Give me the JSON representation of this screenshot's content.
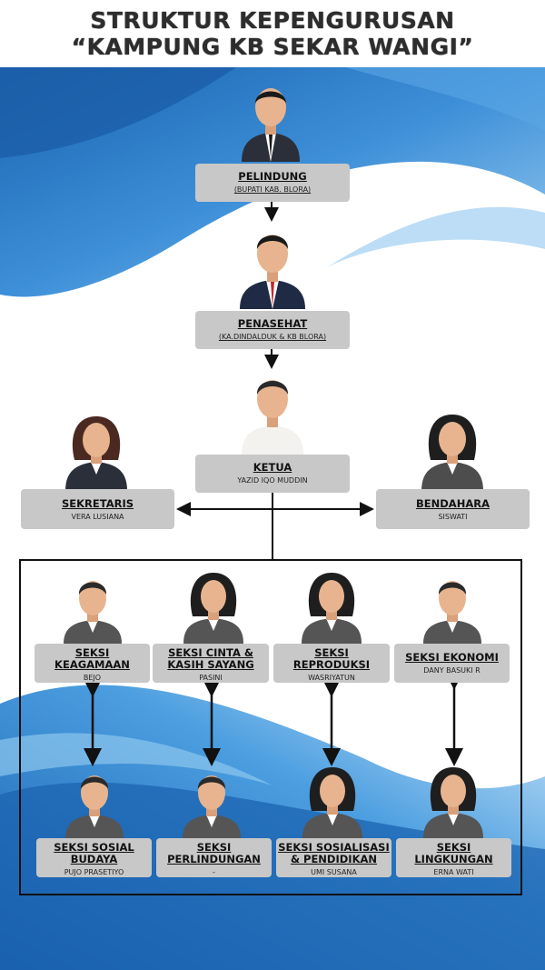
{
  "header": {
    "title_line1": "STRUKTUR KEPENGURUSAN",
    "title_line2": "“KAMPUNG KB SEKAR WANGI”"
  },
  "nodes": {
    "pelindung": {
      "title": "PELINDUNG",
      "name": "(BUPATI KAB. BLORA)"
    },
    "penasehat": {
      "title": "PENASEHAT",
      "name": "(KA.DINDALDUK & KB BLORA)"
    },
    "ketua": {
      "title": "KETUA",
      "name": "YAZID IQO MUDDIN"
    },
    "sekretaris": {
      "title": "SEKRETARIS",
      "name": "VERA LUSIANA"
    },
    "bendahara": {
      "title": "BENDAHARA",
      "name": "SISWATI"
    },
    "keagamaan": {
      "title_1": "SEKSI",
      "title_2": "KEAGAMAAN",
      "name": "BEJO"
    },
    "cinta": {
      "title_1": "SEKSI CINTA &",
      "title_2": "KASIH SAYANG",
      "name": "PASINI"
    },
    "reproduksi": {
      "title_1": "SEKSI",
      "title_2": "REPRODUKSI",
      "name": "WASRIYATUN"
    },
    "ekonomi": {
      "title_1": "SEKSI EKONOMI",
      "name": "DANY BASUKI R"
    },
    "sosial": {
      "title_1": "SEKSI SOSIAL",
      "title_2": "BUDAYA",
      "name": "PUJO PRASETIYO"
    },
    "perlindungan": {
      "title_1": "SEKSI",
      "title_2": "PERLINDUNGAN",
      "name": "-"
    },
    "sosialisasi": {
      "title_1": "SEKSI SOSIALISASI",
      "title_2": "& PENDIDIKAN",
      "name": "UMI SUSANA"
    },
    "lingkungan": {
      "title_1": "SEKSI",
      "title_2": "LINGKUNGAN",
      "name": "ERNA WATI"
    }
  },
  "colors": {
    "box": "#c8c8c8",
    "background_blue": "#1f6fb8",
    "background_light": "#7fbde8",
    "suit_dark": "#2b2f3a",
    "skin": "#e7b48f"
  }
}
